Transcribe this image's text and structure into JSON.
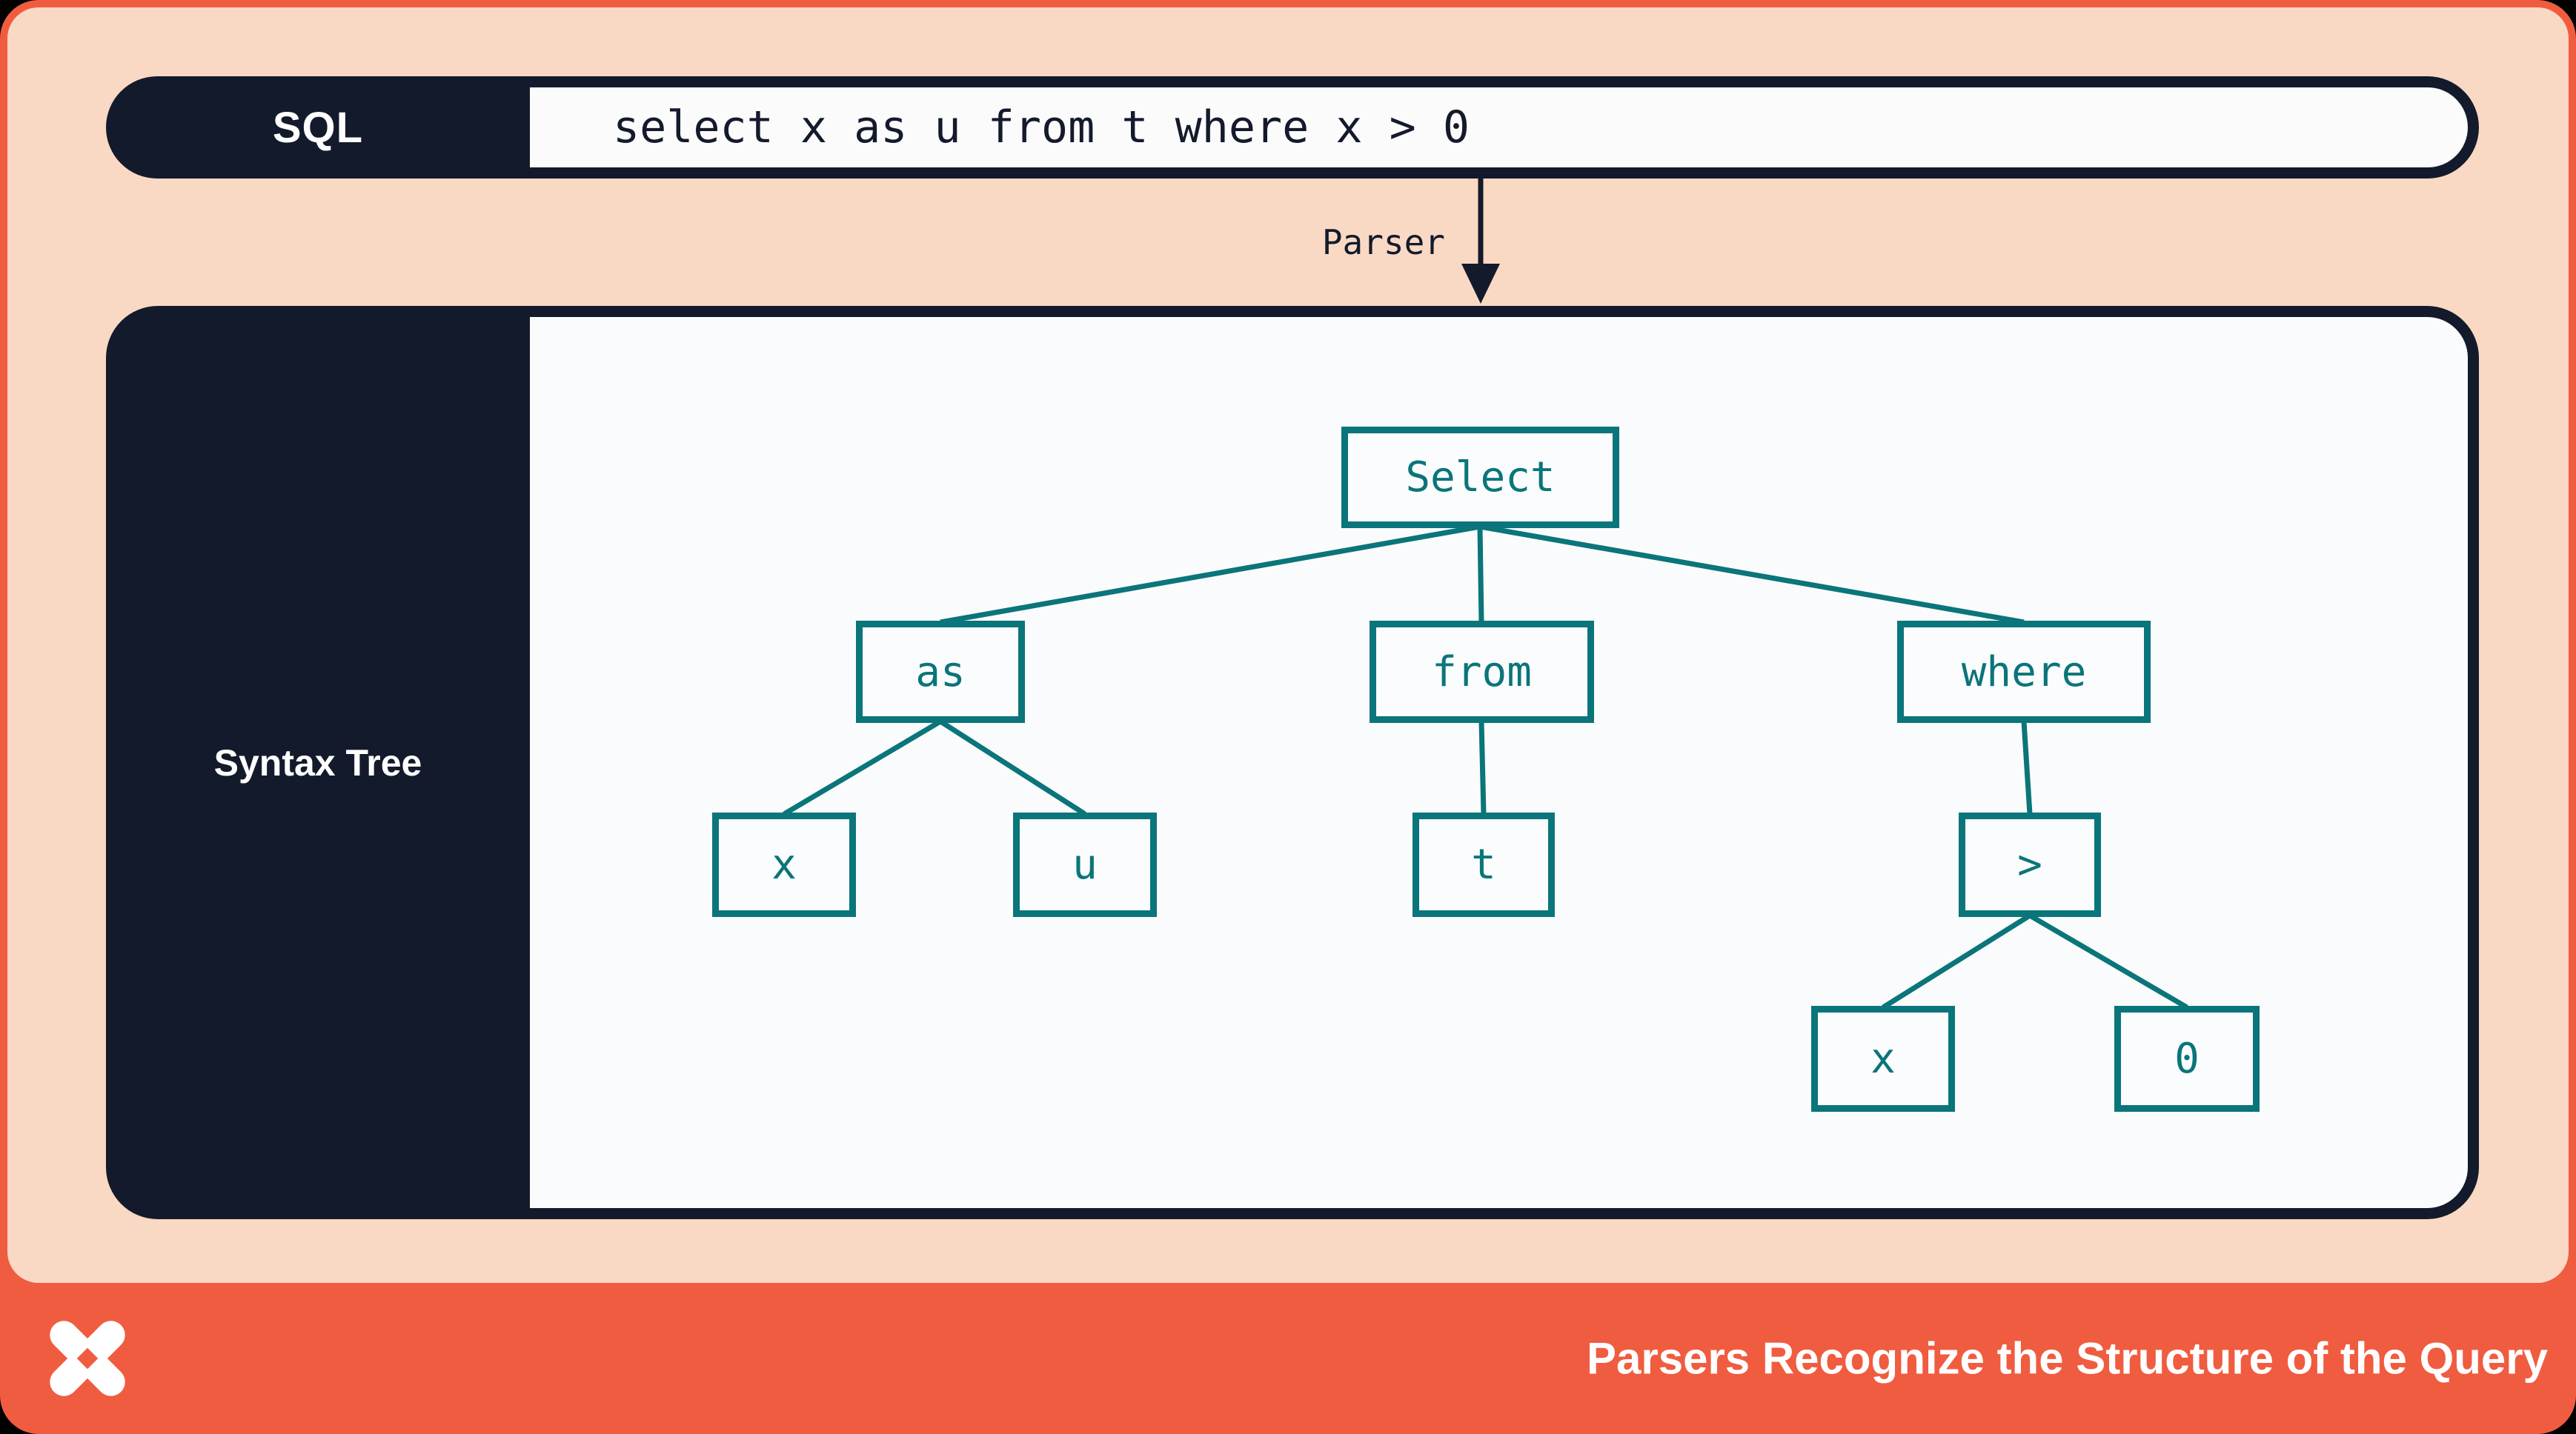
{
  "slide": {
    "sql_bar": {
      "label": "SQL",
      "query": "select x as u from t where x > 0"
    },
    "parser_arrow": {
      "label": "Parser"
    },
    "tree_panel": {
      "label": "Syntax Tree"
    },
    "tree": {
      "nodes": [
        {
          "id": "select",
          "label": "Select"
        },
        {
          "id": "as",
          "label": "as"
        },
        {
          "id": "from",
          "label": "from"
        },
        {
          "id": "where",
          "label": "where"
        },
        {
          "id": "x1",
          "label": "x"
        },
        {
          "id": "u",
          "label": "u"
        },
        {
          "id": "t",
          "label": "t"
        },
        {
          "id": "gt",
          "label": ">"
        },
        {
          "id": "x2",
          "label": "x"
        },
        {
          "id": "zero",
          "label": "0"
        }
      ],
      "edges": [
        [
          "select",
          "as"
        ],
        [
          "select",
          "from"
        ],
        [
          "select",
          "where"
        ],
        [
          "as",
          "x1"
        ],
        [
          "as",
          "u"
        ],
        [
          "from",
          "t"
        ],
        [
          "where",
          "gt"
        ],
        [
          "gt",
          "x2"
        ],
        [
          "gt",
          "zero"
        ]
      ]
    },
    "footer": {
      "title": "Parsers Recognize the Structure of the Query",
      "logo": "four-point-pinwheel-x-logo"
    },
    "colors": {
      "navy": "#131A2B",
      "teal": "#0A757A",
      "peach": "#F9D9C4",
      "orange": "#F05C40",
      "panel_white": "#FAFBFC"
    }
  }
}
